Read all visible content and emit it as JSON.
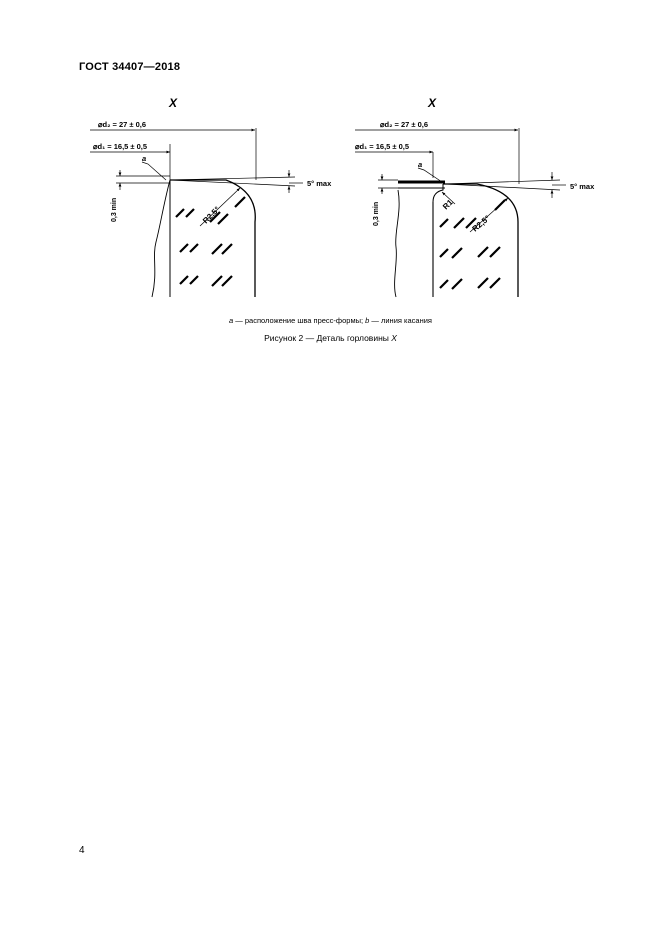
{
  "header": {
    "title": "ГОСТ 34407—2018"
  },
  "figure": {
    "view_label": "X",
    "left": {
      "d2_label": "⌀d₂ = 27 ± 0,6",
      "d1_label": "⌀d₁ = 16,5 ± 0,5",
      "a_marker": "a",
      "angle_label": "5° max",
      "min_label": "0,3 min",
      "radius_label": "R2,5°"
    },
    "right": {
      "d2_label": "⌀d₂ = 27 ± 0,6",
      "d1_label": "⌀d₁ = 16,5 ± 0,5",
      "a_marker": "a",
      "angle_label": "5° max",
      "min_label": "0,3 min",
      "radius_label": "R2,5°",
      "r1_label": "R1"
    }
  },
  "legend": {
    "a_letter": "a",
    "a_text": " — расположение шва пресс-формы; ",
    "b_letter": "b",
    "b_text": " — линия касания"
  },
  "caption": {
    "text": "Рисунок 2 — Деталь горловины ",
    "italic": "X"
  },
  "page_number": "4",
  "colors": {
    "ink": "#000000",
    "paper": "#ffffff"
  }
}
